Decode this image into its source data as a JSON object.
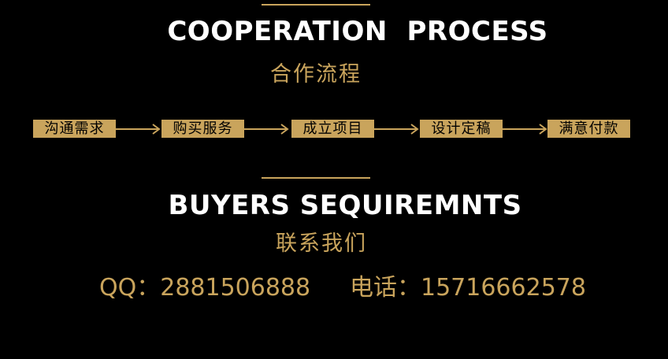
{
  "section1": {
    "title_en": "COOPERATION  PROCESS",
    "title_cn": "合作流程"
  },
  "process": {
    "steps": [
      "沟通需求",
      "购买服务",
      "成立项目",
      "设计定稿",
      "满意付款"
    ],
    "arrow_icon": "arrow-right-icon"
  },
  "section2": {
    "title_en": "BUYERS SEQUIREMNTS",
    "title_cn": "联系我们"
  },
  "contact": {
    "qq_label": "QQ：",
    "qq_value": "2881506888",
    "tel_label": "电话：",
    "tel_value": "15716662578"
  },
  "colors": {
    "background": "#000000",
    "accent": "#c9a45c",
    "heading": "#ffffff"
  }
}
